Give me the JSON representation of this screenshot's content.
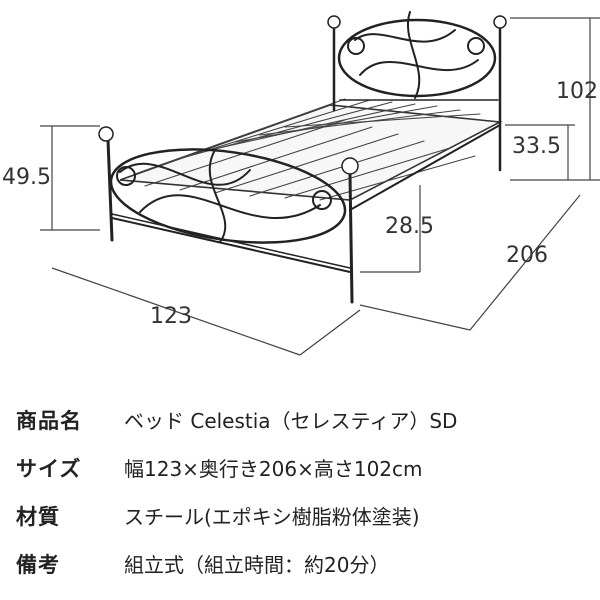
{
  "diagram": {
    "dim_height_total": "102",
    "dim_mattress_to_top": "33.5",
    "dim_footboard_height": "49.5",
    "dim_under_clearance": "28.5",
    "dim_length": "206",
    "dim_width": "123",
    "icons": [
      "bed-frame-illustration"
    ]
  },
  "spec": [
    {
      "label": "商品名",
      "value": "ベッド Celestia（セレスティア）SD"
    },
    {
      "label": "サイズ",
      "value": "幅123×奥行き206×高さ102cm"
    },
    {
      "label": "材質",
      "value": "スチール(エポキシ樹脂粉体塗装)"
    },
    {
      "label": "備考",
      "value": "組立式（組立時間：約20分）"
    }
  ]
}
